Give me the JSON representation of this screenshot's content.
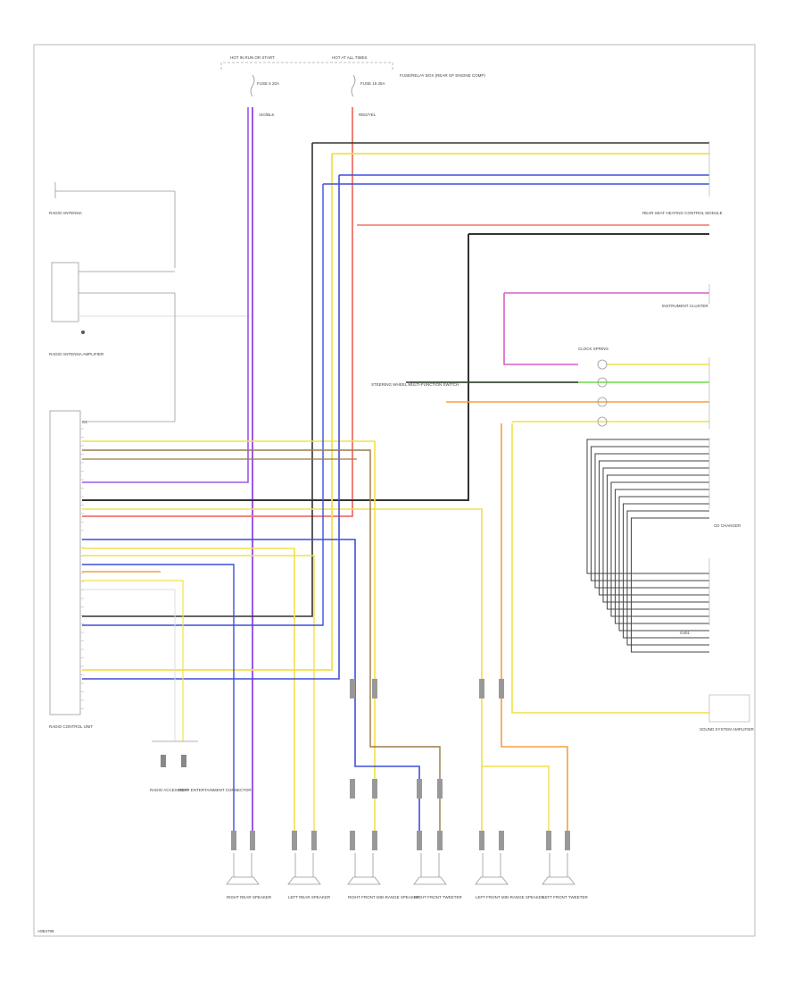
{
  "diagram": {
    "footer_code": "A0B4789",
    "fuse_labels": [
      {
        "top": "HOT IN RUN OR START",
        "sub": "FUSE 6 20A",
        "wire": "VIO/BLK"
      },
      {
        "top": "HOT AT ALL TIMES",
        "sub": "FUSE 15 25A",
        "wire": "RED/YEL"
      }
    ],
    "fuse_box_label": "FUSE/RELAY BOX (REAR OF ENGINE COMP)",
    "left_components": {
      "radio_antenna": "RADIO ANTENNA",
      "radio_antenna_amp": "RADIO ANTENNA AMPLIFIER",
      "radio_control_unit": "RADIO CONTROL UNIT",
      "radio_connector": "C1"
    },
    "right_components": {
      "rear_seat_module": "REAR SEAT HEATING CONTROL MODULE",
      "instrument_cluster": "INSTRUMENT CLUSTER",
      "cd_changer": "CD CHANGER",
      "steering_switch": "STEERING WHEEL MULTI-FUNCTION SWITCH",
      "clock_spring": "CLOCK SPRING",
      "sound_system": "SOUND SYSTEM AMPLIFIER",
      "ground": "G401"
    },
    "bottom_mid": {
      "left": "RADIO ACCESSORY",
      "right": "REAR ENTERTAINMENT CONNECTOR"
    },
    "speakers": [
      {
        "label": "RIGHT REAR SPEAKER"
      },
      {
        "label": "LEFT REAR SPEAKER"
      },
      {
        "label": "RIGHT FRONT MID-RANGE SPEAKER"
      },
      {
        "label": "RIGHT FRONT TWEETER"
      },
      {
        "label": "LEFT FRONT MID-RANGE SPEAKER"
      },
      {
        "label": "LEFT FRONT TWEETER"
      }
    ],
    "colors": {
      "violet": "#9b59e6",
      "yellow": "#f2e04a",
      "blue": "#3f4fd8",
      "red": "#f0736a",
      "orange": "#f5a040",
      "green": "#6dd84a",
      "pink": "#d85fc8",
      "black": "#333333",
      "brown": "#9b7a4a",
      "white": "#d8d8d8"
    }
  }
}
